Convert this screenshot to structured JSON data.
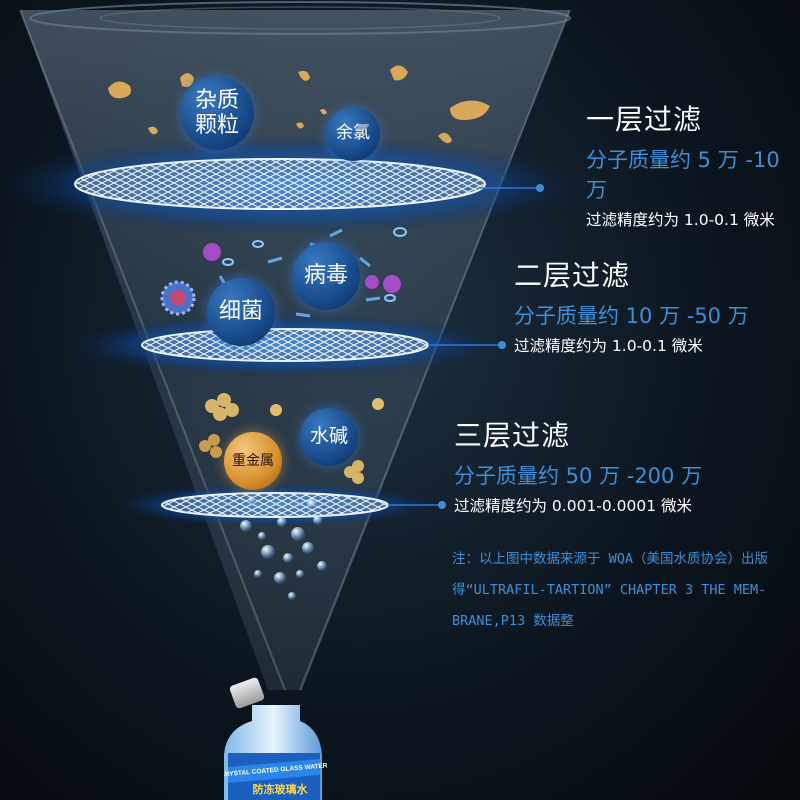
{
  "layers": [
    {
      "title": "一层过滤",
      "molecular_weight": "分子质量约 5 万 -10 万",
      "precision": "过滤精度约为 1.0-0.1 微米"
    },
    {
      "title": "二层过滤",
      "molecular_weight": "分子质量约 10 万 -50 万",
      "precision": "过滤精度约为 1.0-0.1 微米"
    },
    {
      "title": "三层过滤",
      "molecular_weight": "分子质量约 50 万 -200 万",
      "precision": "过滤精度约为 0.001-0.0001 微米"
    }
  ],
  "bubbles": {
    "impurities": "杂质颗粒",
    "residual_chlorine": "余氯",
    "virus": "病毒",
    "bacteria": "细菌",
    "heavy_metal": "重金属",
    "alkali": "水碱"
  },
  "note": "注：以上图中数据来源于 WQA（美国水质协会）出版得“ULTRAFIL-TARTION” CHAPTER 3 THE MEM-BRANE,P13 数据整",
  "bottle": {
    "label": "CRYSTAL COATED GLASS WATER",
    "cn_label": "防冻玻璃水"
  },
  "colors": {
    "accent": "#3e8fd8",
    "filter_glow": "#1a6fd0",
    "background": "#0c1620"
  },
  "icons": [
    "funnel-light-cone",
    "filter-mesh-icon",
    "particle-icon",
    "virus-icon",
    "bacteria-icon",
    "metal-particle-icon",
    "water-droplet-icon",
    "bottle-icon"
  ]
}
